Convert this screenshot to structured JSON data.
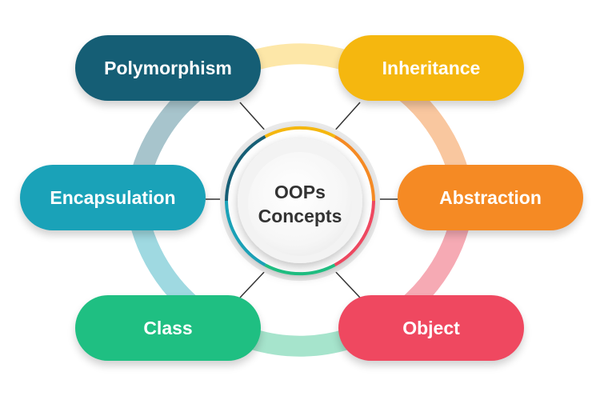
{
  "center": {
    "line1": "OOPs",
    "line2": "Concepts"
  },
  "concepts": [
    {
      "id": "polymorphism",
      "label": "Polymorphism",
      "color": "#155e75"
    },
    {
      "id": "inheritance",
      "label": "Inheritance",
      "color": "#f5b70f"
    },
    {
      "id": "encapsulation",
      "label": "Encapsulation",
      "color": "#1aa2b8"
    },
    {
      "id": "abstraction",
      "label": "Abstraction",
      "color": "#f58a24"
    },
    {
      "id": "class",
      "label": "Class",
      "color": "#1fbf82"
    },
    {
      "id": "object",
      "label": "Object",
      "color": "#ef4860"
    }
  ],
  "ring_colors": {
    "top": "#fde7a8",
    "right_upper": "#f9c79f",
    "right_lower": "#f6aab4",
    "bottom": "#a6e4cc",
    "left_lower": "#9fd9e1",
    "left_upper": "#a7c4cc"
  },
  "center_accent_colors": {
    "top": "#f5b70f",
    "right": "#f58a24",
    "right_lower": "#ef4860",
    "bottom": "#1fbf82",
    "left": "#1aa2b8",
    "left_upper": "#155e75"
  }
}
